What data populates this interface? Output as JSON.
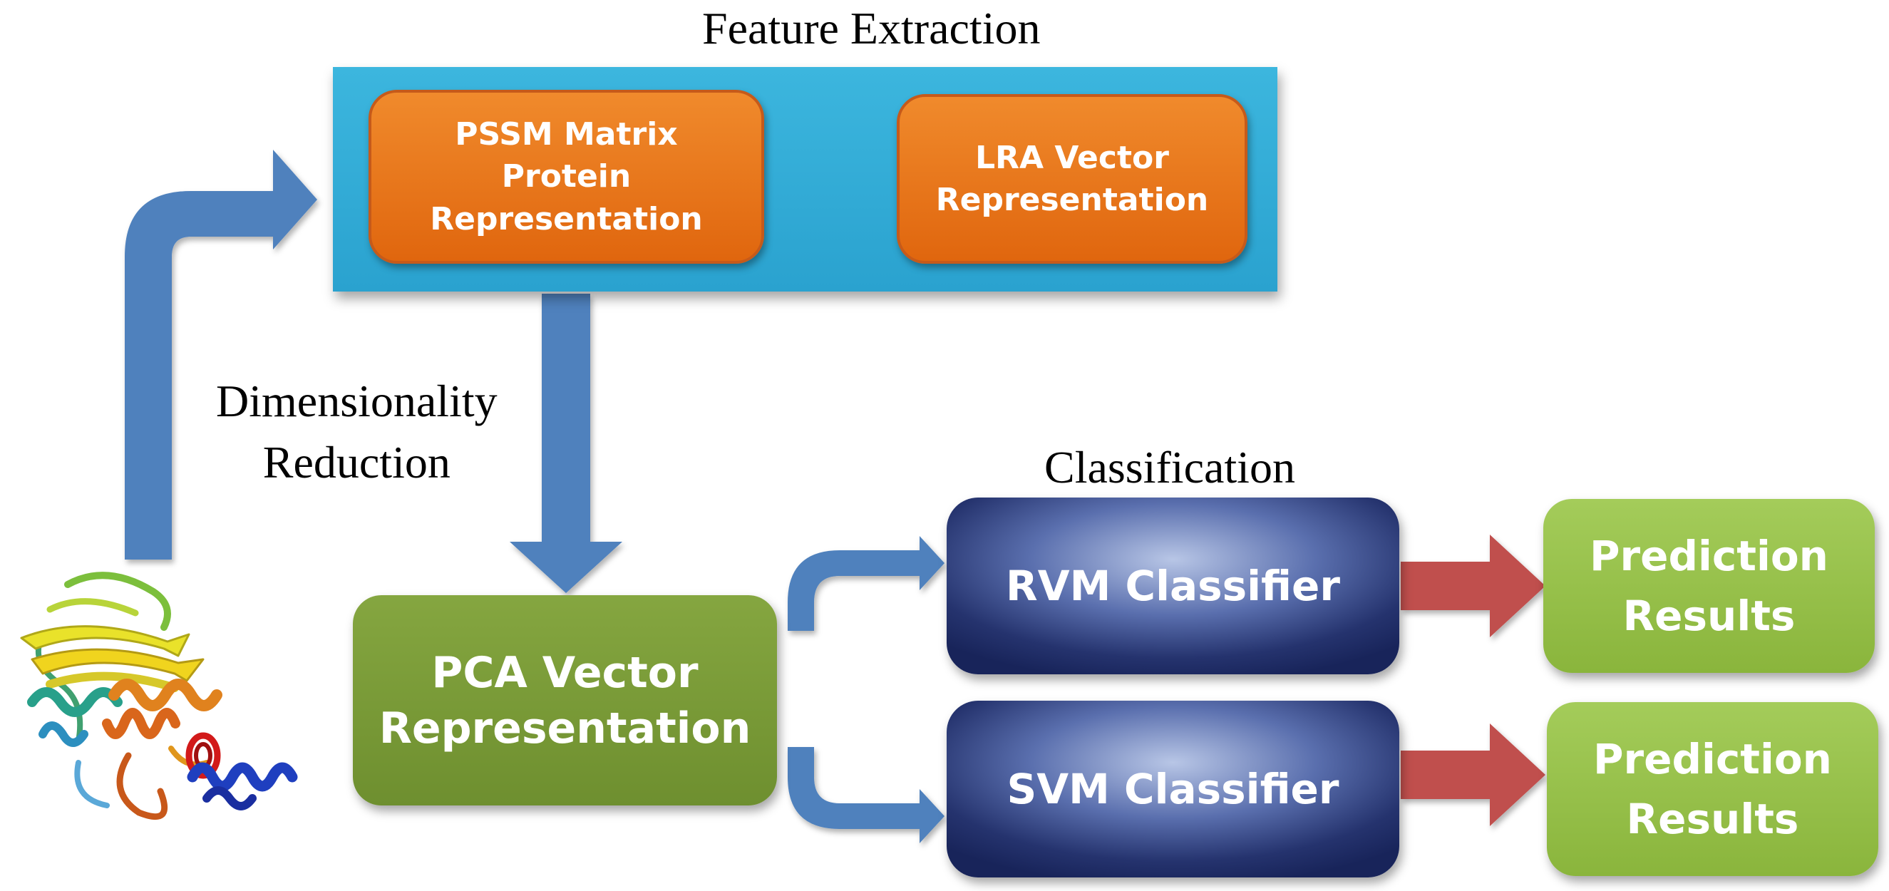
{
  "sections": {
    "feature_extraction": "Feature Extraction",
    "dimensionality_reduction": [
      "Dimensionality",
      "Reduction"
    ],
    "classification": "Classification"
  },
  "nodes": {
    "pssm": [
      "PSSM Matrix",
      "Protein",
      "Representation"
    ],
    "lra": [
      "LRA Vector",
      "Representation"
    ],
    "pca": [
      "PCA Vector",
      "Representation"
    ],
    "rvm": "RVM Classifier",
    "svm": "SVM Classifier",
    "result_top": [
      "Prediction",
      "Results"
    ],
    "result_bottom": [
      "Prediction",
      "Results"
    ]
  },
  "colors": {
    "feature_panel": "#2aa2cf",
    "orange_box": "#e0660e",
    "flow_arrow": "#4f81bd",
    "inner_arrow": "#a0470e",
    "result_arrow": "#c0504d",
    "pca_box": "#77933c",
    "classifier_box": "#1f2d66",
    "result_box": "#92c047"
  },
  "icons": {
    "protein": "protein-structure-icon"
  }
}
